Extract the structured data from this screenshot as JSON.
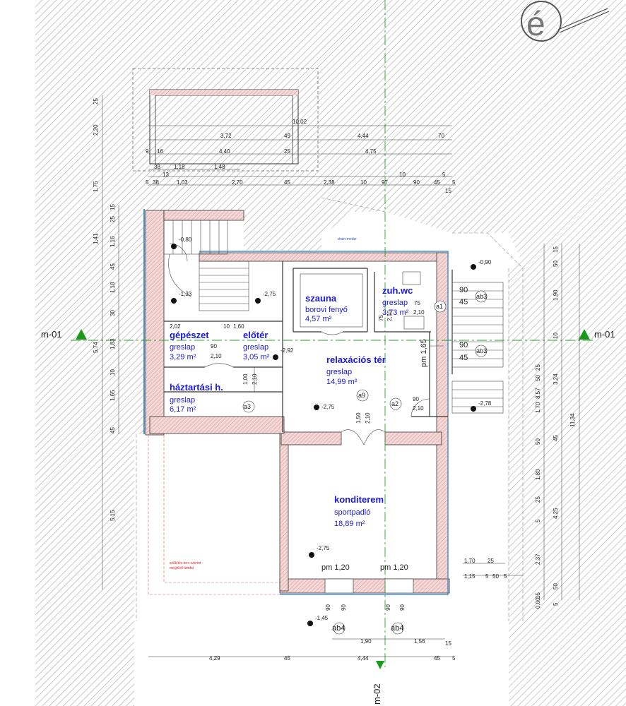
{
  "section_marks": {
    "left": "m-01",
    "right": "m-01",
    "bottom": "m-02"
  },
  "rooms": [
    {
      "id": "szauna",
      "name": "szauna",
      "material": "borovi fenyő",
      "area": "4,57 m²"
    },
    {
      "id": "zuhwc",
      "name": "zuh.wc",
      "material": "greslap",
      "area": "3,73 m²"
    },
    {
      "id": "gepeszet",
      "name": "gépészet",
      "material": "greslap",
      "area": "3,29 m²"
    },
    {
      "id": "eloter",
      "name": "előtér",
      "material": "greslap",
      "area": "3,05 m²"
    },
    {
      "id": "relax",
      "name": "relaxációs tér",
      "material": "greslap",
      "area": "14,99 m²"
    },
    {
      "id": "haztart",
      "name": "háztartási h.",
      "material": "greslap",
      "area": "6,17 m²"
    },
    {
      "id": "kondi",
      "name": "konditerem",
      "material": "sportpadló",
      "area": "18,89 m²"
    }
  ],
  "levels": [
    "-0,80",
    "-1,33",
    "-2,75",
    "-2,92",
    "-0,90",
    "-2,78",
    "-2,75",
    "-2,75",
    "-1,45"
  ],
  "door_tags": [
    "a1",
    "a2",
    "a3",
    "a9",
    "ab3",
    "ab3",
    "ab4",
    "ab4"
  ],
  "openings": {
    "pm_left": "pm 1,20",
    "pm_mid": "pm 1,20",
    "pm_side": "pm 1,65",
    "o90a": "90",
    "o45a": "45",
    "o90b": "90",
    "o45b": "45",
    "w1": "90",
    "w2": "90",
    "w3": "90",
    "w4": "90"
  },
  "small_dims": {
    "d202": "2,02",
    "d10": "10",
    "d160": "1,60",
    "d90": "90",
    "d210a": "2,10",
    "d100": "1,00",
    "d210b": "2,10",
    "d150": "1,50",
    "d210c": "2,10",
    "d75": "75",
    "d210d": "2,10",
    "d210e": "2,10",
    "d90b": "90",
    "d210f": "2,10",
    "d75b": "75",
    "d165": "1,65"
  },
  "top_dims": {
    "r1": [
      "10,02"
    ],
    "r2": [
      "3,72",
      "49",
      "4,44",
      "70"
    ],
    "r3": [
      "9",
      "16",
      "4,40",
      "25",
      "4,75"
    ],
    "r4": [
      "38",
      "1,18",
      "1,48"
    ],
    "r5": [
      "13",
      "10",
      "5"
    ],
    "r6": [
      "5",
      "38",
      "1,03",
      "2,70",
      "45",
      "2,38",
      "10",
      "97",
      "90",
      "45",
      "5"
    ],
    "r7": [
      "15"
    ]
  },
  "left_dims": [
    "25",
    "2,20",
    "1,75",
    "15",
    "25",
    "1,41",
    "1,16",
    "45",
    "1,18",
    "30",
    "5,74",
    "1,83",
    "10",
    "1,65",
    "45",
    "5,15"
  ],
  "right_dims_a": [
    "15",
    "50",
    "1,90",
    "10",
    "25",
    "50",
    "1,70",
    "50",
    "1,80",
    "25",
    "50",
    "5",
    "15",
    "5"
  ],
  "right_dims_b": [
    "3,24",
    "45",
    "4,25",
    "2,37"
  ],
  "right_dims_c": [
    "8,57",
    "11,34"
  ],
  "right_small": [
    "1,70",
    "25",
    "1,15",
    "5",
    "50",
    "5"
  ],
  "bottom_dims": {
    "r1": [
      "1,90",
      "1,56",
      "15"
    ],
    "r2": [
      "4,29",
      "45",
      "4,44",
      "45",
      "5"
    ],
    "r3": [
      "0,00"
    ]
  },
  "notes": [
    "drain-meder",
    "szűkítés terv szerint",
    "meglévő támfal"
  ]
}
